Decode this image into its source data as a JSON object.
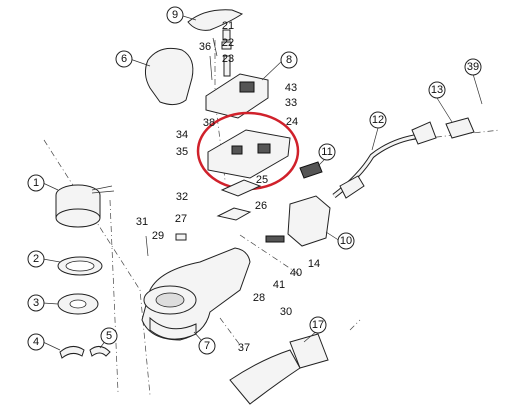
{
  "diagram": {
    "circled_labels": [
      "1",
      "2",
      "3",
      "4",
      "5",
      "6",
      "7",
      "8",
      "9",
      "10",
      "11",
      "12",
      "13",
      "39",
      "17"
    ],
    "plain_labels": [
      "21",
      "22",
      "23",
      "36",
      "43",
      "33",
      "38",
      "24",
      "34",
      "35",
      "32",
      "25",
      "26",
      "27",
      "31",
      "29",
      "14",
      "40",
      "41",
      "28",
      "30",
      "37"
    ],
    "highlight_color": "#d0212b",
    "line_color": "#222222"
  }
}
